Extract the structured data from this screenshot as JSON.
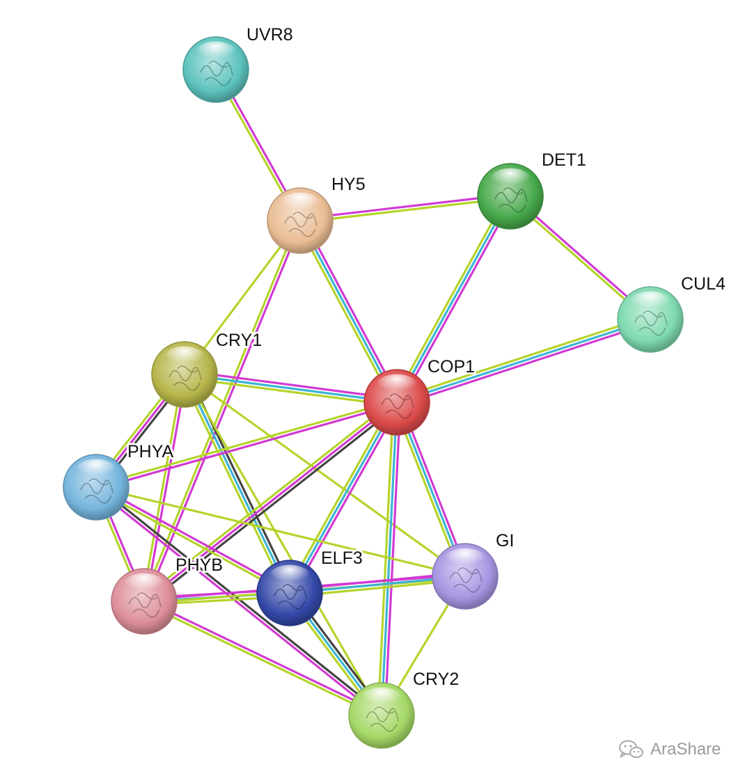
{
  "network": {
    "colors": {
      "magenta": "#d23ad2",
      "lime": "#b4d42a",
      "cyan": "#3cb4d4",
      "dark": "#444444"
    },
    "nodes": [
      {
        "id": "UVR8",
        "label": "UVR8",
        "color": "#5cc2bd"
      },
      {
        "id": "HY5",
        "label": "HY5",
        "color": "#e9bc93"
      },
      {
        "id": "DET1",
        "label": "DET1",
        "color": "#46a84a"
      },
      {
        "id": "CUL4",
        "label": "CUL4",
        "color": "#7ed9b0"
      },
      {
        "id": "CRY1",
        "label": "CRY1",
        "color": "#b6b54a"
      },
      {
        "id": "COP1",
        "label": "COP1",
        "color": "#dc4a4a"
      },
      {
        "id": "PHYA",
        "label": "PHYA",
        "color": "#74b4dc"
      },
      {
        "id": "PHYB",
        "label": "PHYB",
        "color": "#dd8e98"
      },
      {
        "id": "ELF3",
        "label": "ELF3",
        "color": "#3448a8"
      },
      {
        "id": "GI",
        "label": "GI",
        "color": "#a794e2"
      },
      {
        "id": "CRY2",
        "label": "CRY2",
        "color": "#a5d866"
      }
    ],
    "edges": [
      {
        "source": "UVR8",
        "target": "HY5",
        "evidence": [
          "magenta",
          "lime"
        ]
      },
      {
        "source": "HY5",
        "target": "DET1",
        "evidence": [
          "magenta",
          "lime"
        ]
      },
      {
        "source": "HY5",
        "target": "COP1",
        "evidence": [
          "magenta",
          "cyan",
          "lime"
        ]
      },
      {
        "source": "HY5",
        "target": "CRY1",
        "evidence": [
          "lime"
        ]
      },
      {
        "source": "HY5",
        "target": "PHYB",
        "evidence": [
          "magenta",
          "lime"
        ]
      },
      {
        "source": "DET1",
        "target": "COP1",
        "evidence": [
          "magenta",
          "cyan",
          "lime"
        ]
      },
      {
        "source": "DET1",
        "target": "CUL4",
        "evidence": [
          "magenta",
          "lime"
        ]
      },
      {
        "source": "CUL4",
        "target": "COP1",
        "evidence": [
          "magenta",
          "cyan",
          "lime"
        ]
      },
      {
        "source": "CRY1",
        "target": "COP1",
        "evidence": [
          "magenta",
          "cyan",
          "lime"
        ]
      },
      {
        "source": "CRY1",
        "target": "PHYA",
        "evidence": [
          "dark",
          "magenta",
          "lime"
        ]
      },
      {
        "source": "CRY1",
        "target": "PHYB",
        "evidence": [
          "magenta",
          "lime"
        ]
      },
      {
        "source": "CRY1",
        "target": "ELF3",
        "evidence": [
          "dark",
          "cyan",
          "lime"
        ]
      },
      {
        "source": "CRY1",
        "target": "GI",
        "evidence": [
          "lime"
        ]
      },
      {
        "source": "CRY1",
        "target": "CRY2",
        "evidence": [
          "lime"
        ]
      },
      {
        "source": "COP1",
        "target": "PHYA",
        "evidence": [
          "magenta",
          "lime"
        ]
      },
      {
        "source": "COP1",
        "target": "PHYB",
        "evidence": [
          "dark",
          "magenta",
          "lime"
        ]
      },
      {
        "source": "COP1",
        "target": "ELF3",
        "evidence": [
          "magenta",
          "cyan",
          "lime"
        ]
      },
      {
        "source": "COP1",
        "target": "GI",
        "evidence": [
          "magenta",
          "cyan",
          "lime"
        ]
      },
      {
        "source": "COP1",
        "target": "CRY2",
        "evidence": [
          "magenta",
          "cyan",
          "lime"
        ]
      },
      {
        "source": "PHYA",
        "target": "PHYB",
        "evidence": [
          "magenta",
          "lime"
        ]
      },
      {
        "source": "PHYA",
        "target": "ELF3",
        "evidence": [
          "magenta",
          "lime"
        ]
      },
      {
        "source": "PHYA",
        "target": "GI",
        "evidence": [
          "lime"
        ]
      },
      {
        "source": "PHYA",
        "target": "CRY2",
        "evidence": [
          "dark",
          "magenta"
        ]
      },
      {
        "source": "PHYB",
        "target": "ELF3",
        "evidence": [
          "magenta",
          "cyan",
          "lime"
        ]
      },
      {
        "source": "PHYB",
        "target": "GI",
        "evidence": [
          "magenta",
          "lime"
        ]
      },
      {
        "source": "PHYB",
        "target": "CRY2",
        "evidence": [
          "magenta",
          "lime"
        ]
      },
      {
        "source": "ELF3",
        "target": "GI",
        "evidence": [
          "magenta",
          "cyan",
          "lime"
        ]
      },
      {
        "source": "ELF3",
        "target": "CRY2",
        "evidence": [
          "dark",
          "cyan",
          "lime"
        ]
      },
      {
        "source": "GI",
        "target": "CRY2",
        "evidence": [
          "lime"
        ]
      }
    ]
  },
  "watermark": {
    "text": "AraShare",
    "icon": "wechat-icon"
  }
}
